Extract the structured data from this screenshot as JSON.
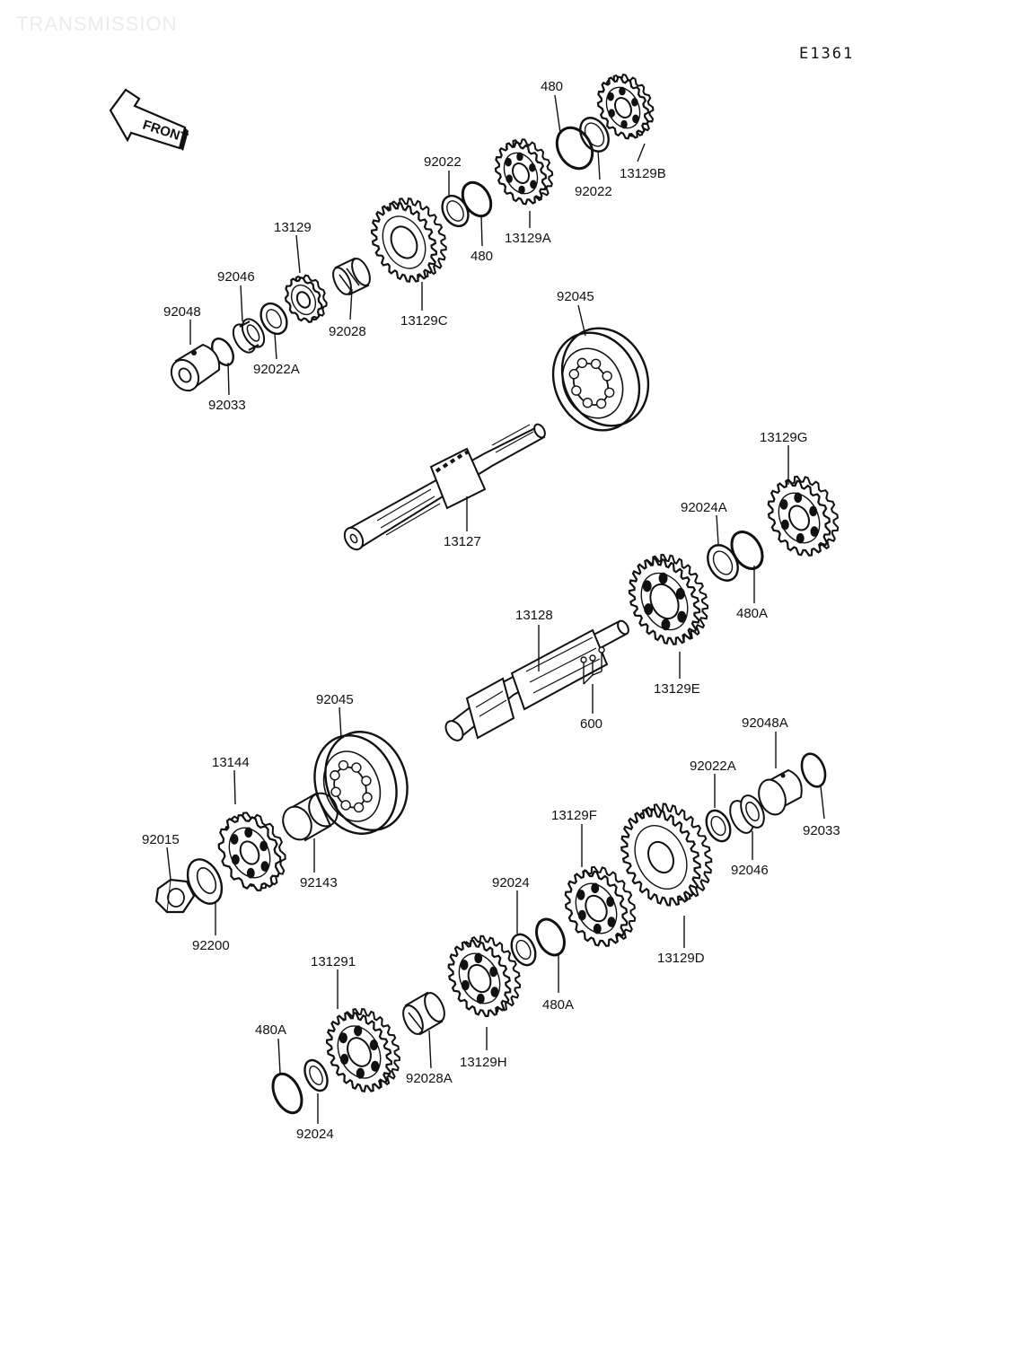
{
  "page": {
    "title": "TRANSMISSION",
    "diagram_id": "E1361",
    "front_label": "FRONT"
  },
  "parts": [
    {
      "id": "p-480-a",
      "label": "480"
    },
    {
      "id": "p-13129b",
      "label": "13129B"
    },
    {
      "id": "p-92022-a",
      "label": "92022"
    },
    {
      "id": "p-92022-b",
      "label": "92022"
    },
    {
      "id": "p-480-b",
      "label": "480"
    },
    {
      "id": "p-13129a",
      "label": "13129A"
    },
    {
      "id": "p-13129",
      "label": "13129"
    },
    {
      "id": "p-92046-a",
      "label": "92046"
    },
    {
      "id": "p-92048",
      "label": "92048"
    },
    {
      "id": "p-92028",
      "label": "92028"
    },
    {
      "id": "p-13129c",
      "label": "13129C"
    },
    {
      "id": "p-92022a-a",
      "label": "92022A"
    },
    {
      "id": "p-92033-a",
      "label": "92033"
    },
    {
      "id": "p-92045-a",
      "label": "92045"
    },
    {
      "id": "p-13127",
      "label": "13127"
    },
    {
      "id": "p-13129g",
      "label": "13129G"
    },
    {
      "id": "p-92024a",
      "label": "92024A"
    },
    {
      "id": "p-480a-a",
      "label": "480A"
    },
    {
      "id": "p-13128",
      "label": "13128"
    },
    {
      "id": "p-13129e",
      "label": "13129E"
    },
    {
      "id": "p-600",
      "label": "600"
    },
    {
      "id": "p-92045-b",
      "label": "92045"
    },
    {
      "id": "p-13144",
      "label": "13144"
    },
    {
      "id": "p-92048a",
      "label": "92048A"
    },
    {
      "id": "p-92022a-b",
      "label": "92022A"
    },
    {
      "id": "p-92015",
      "label": "92015"
    },
    {
      "id": "p-92143",
      "label": "92143"
    },
    {
      "id": "p-13129f",
      "label": "13129F"
    },
    {
      "id": "p-92033-b",
      "label": "92033"
    },
    {
      "id": "p-92046-b",
      "label": "92046"
    },
    {
      "id": "p-92024-a",
      "label": "92024"
    },
    {
      "id": "p-92200",
      "label": "92200"
    },
    {
      "id": "p-13129d",
      "label": "13129D"
    },
    {
      "id": "p-480a-b",
      "label": "480A"
    },
    {
      "id": "p-131291",
      "label": "131291"
    },
    {
      "id": "p-480a-c",
      "label": "480A"
    },
    {
      "id": "p-13129h",
      "label": "13129H"
    },
    {
      "id": "p-92028a",
      "label": "92028A"
    },
    {
      "id": "p-92024-b",
      "label": "92024"
    }
  ]
}
